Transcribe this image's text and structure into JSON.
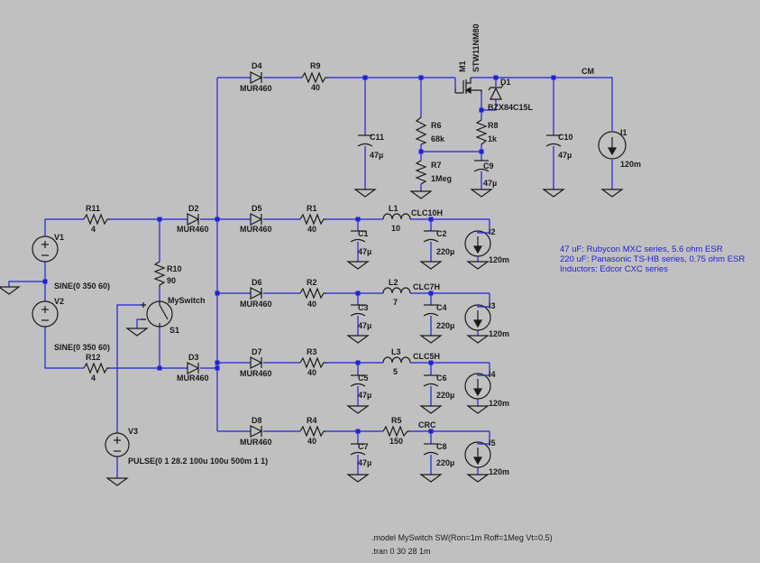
{
  "labels": {
    "D4": "D4",
    "D4m": "MUR460",
    "R9": "R9",
    "R9v": "40",
    "M1": "M1",
    "M1m": "STW11NM80",
    "D1": "D1",
    "D1m": "BZX84C15L",
    "CM": "CM",
    "C11": "C11",
    "C11v": "47µ",
    "R6": "R6",
    "R6v": "68k",
    "R7": "R7",
    "R7v": "1Meg",
    "R8": "R8",
    "R8v": "1k",
    "C9": "C9",
    "C9v": "47µ",
    "C10": "C10",
    "C10v": "47µ",
    "I1": "I1",
    "I1v": "120m",
    "R11": "R11",
    "R11v": "4",
    "D2": "D2",
    "D2m": "MUR460",
    "D5": "D5",
    "D5m": "MUR460",
    "R1": "R1",
    "R1v": "40",
    "L1": "L1",
    "L1v": "10",
    "CLC10H": "CLC10H",
    "C1": "C1",
    "C1v": "47µ",
    "C2": "C2",
    "C2v": "220µ",
    "I2": "I2",
    "I2v": "120m",
    "V1": "V1",
    "V1v": "SINE(0 350 60)",
    "V2": "V2",
    "V2v": "SINE(0 350 60)",
    "R10": "R10",
    "R10v": "90",
    "MySwitch": "MySwitch",
    "S1": "S1",
    "D6": "D6",
    "D6m": "MUR460",
    "R2": "R2",
    "R2v": "40",
    "L2": "L2",
    "L2v": "7",
    "CLC7H": "CLC7H",
    "C3": "C3",
    "C3v": "47µ",
    "C4": "C4",
    "C4v": "220µ",
    "I3": "I3",
    "I3v": "120m",
    "R12": "R12",
    "R12v": "4",
    "D3": "D3",
    "D3m": "MUR460",
    "D7": "D7",
    "D7m": "MUR460",
    "R3": "R3",
    "R3v": "40",
    "L3": "L3",
    "L3v": "5",
    "CLC5H": "CLC5H",
    "C5": "C5",
    "C5v": "47µ",
    "C6": "C6",
    "C6v": "220µ",
    "I4": "I4",
    "I4v": "120m",
    "D8": "D8",
    "D8m": "MUR460",
    "R4": "R4",
    "R4v": "40",
    "R5": "R5",
    "R5v": "150",
    "CRC": "CRC",
    "C7": "C7",
    "C7v": "47µ",
    "C8": "C8",
    "C8v": "220µ",
    "I5": "I5",
    "I5v": "120m",
    "V3": "V3",
    "V3v": "PULSE(0 1 28.2 100u 100u 500m 1 1)"
  },
  "notes": {
    "line1": "47 uF: Rubycon MXC series, 5.6 ohm ESR",
    "line2": "220 uF: Panasonic TS-HB series, 0.75 ohm ESR",
    "line3": "Inductors: Edcor CXC series"
  },
  "directives": {
    "model": ".model MySwitch SW(Ron=1m Roff=1Meg Vt=0.5)",
    "tran": ".tran 0 30 28 1m"
  }
}
